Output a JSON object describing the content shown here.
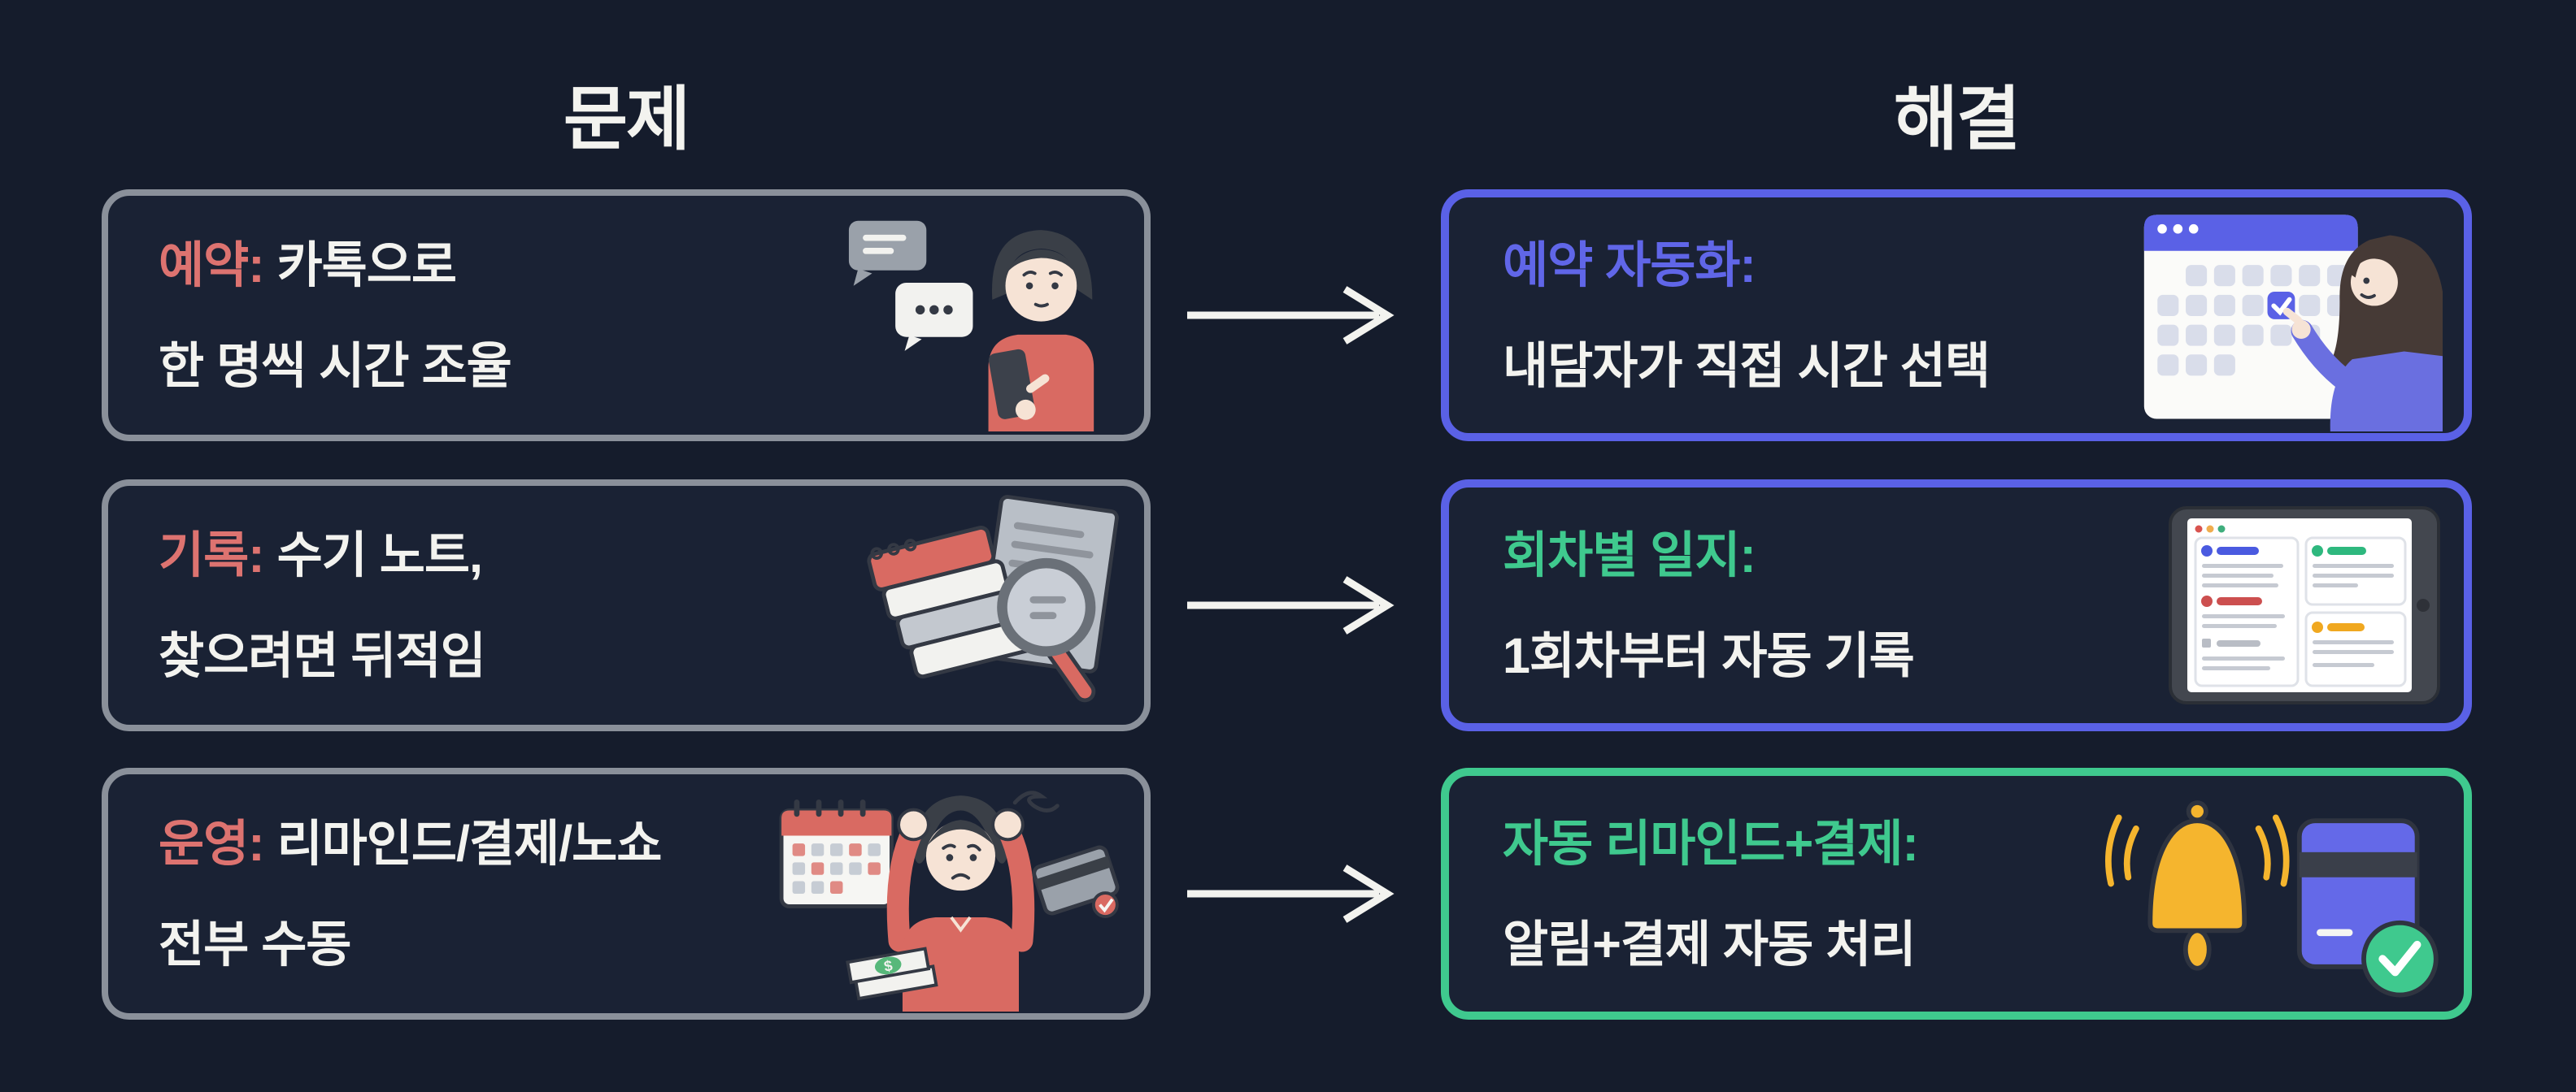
{
  "colors": {
    "bg": "#151c2c",
    "card-bg": "#1a2234",
    "text": "#f3f3ef",
    "gray-border": "#8a909a",
    "blue-border": "#5a61e6",
    "green-border": "#3fc98e",
    "red-accent": "#dd7370",
    "blue-accent": "#6066e8",
    "green-accent": "#3fc98e",
    "arrow": "#f3f3ef"
  },
  "titles": {
    "problem": "문제",
    "solution": "해결"
  },
  "problem_cards": [
    {
      "accent": "예약:",
      "rest": "카톡으로",
      "line2": "한 명씩 시간 조율",
      "illustration": "person-texting-on-phone"
    },
    {
      "accent": "기록:",
      "rest": "수기 노트,",
      "line2": "찾으려면 뒤적임",
      "illustration": "notebook-stack-with-magnifier"
    },
    {
      "accent": "운영:",
      "rest": "리마인드/결제/노쇼",
      "line2": "전부 수동",
      "illustration": "stressed-person-calendar-card-cash"
    }
  ],
  "solution_cards": [
    {
      "accent": "예약 자동화:",
      "line2": "내담자가 직접 시간 선택",
      "illustration": "woman-picking-calendar-slot"
    },
    {
      "accent": "회차별 일지:",
      "line2": "1회차부터 자동 기록",
      "illustration": "tablet-session-logs"
    },
    {
      "accent": "자동 리마인드+결제:",
      "line2": "알림+결제 자동 처리",
      "illustration": "bell-and-card-with-check"
    }
  ]
}
